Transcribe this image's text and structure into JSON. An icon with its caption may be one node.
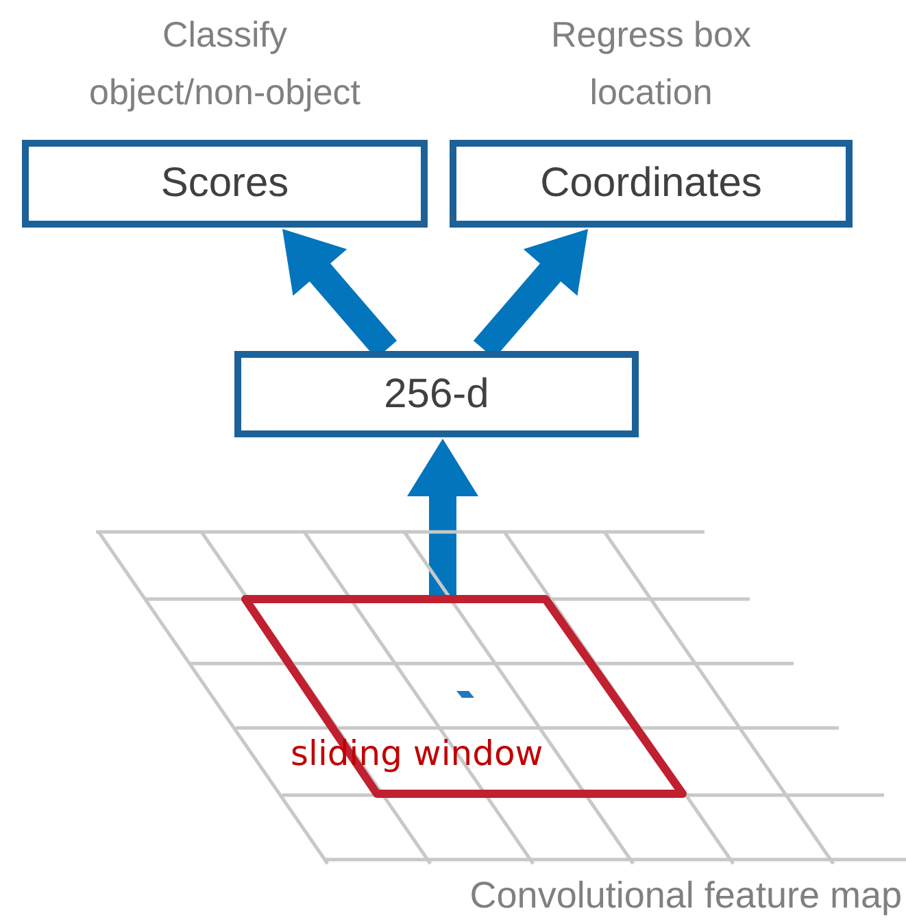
{
  "diagram": {
    "nodes": [
      {
        "text": [
          "Scores"
        ],
        "beside": [
          "Classify object/non-object"
        ]
      },
      {
        "text": [
          "Coordinates"
        ],
        "beside": [
          "Regress box location"
        ]
      },
      {
        "text": [
          "256-d"
        ]
      },
      {
        "text": [
          "Convolutional feature map"
        ]
      },
      {
        "text": [
          "sliding window"
        ],
        "in": 3
      }
    ],
    "edges": [
      {
        "from": 2,
        "to": 0,
        "arrow": "to"
      },
      {
        "from": 2,
        "to": 1,
        "arrow": "to"
      },
      {
        "from": 4,
        "to": 2,
        "arrow": "to"
      }
    ]
  }
}
